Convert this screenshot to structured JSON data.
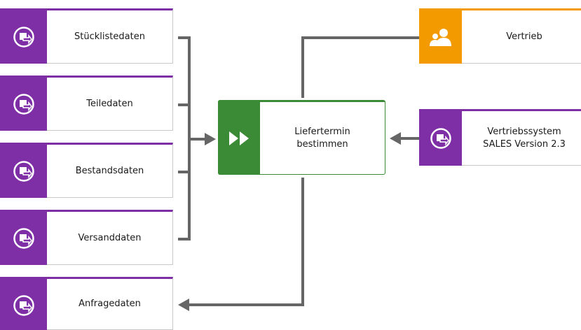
{
  "nodes": {
    "stuecklistedaten": "Stücklistedaten",
    "teiledaten": "Teiledaten",
    "bestandsdaten": "Bestandsdaten",
    "versanddaten": "Versanddaten",
    "anfragedaten": "Anfragedaten",
    "vertrieb": "Vertrieb",
    "function_line1": "Liefertermin",
    "function_line2": "bestimmen",
    "system_line1": "Vertriebssystem",
    "system_line2": "SALES Version 2.3"
  },
  "colors": {
    "information_carrier": "#7e2fa6",
    "organizational_unit": "#f39a00",
    "function": "#3a8a36",
    "connector": "#666666"
  },
  "icons": {
    "information_carrier": "data-document-icon",
    "organizational_unit": "people-group-icon",
    "function": "fast-forward-icon"
  }
}
